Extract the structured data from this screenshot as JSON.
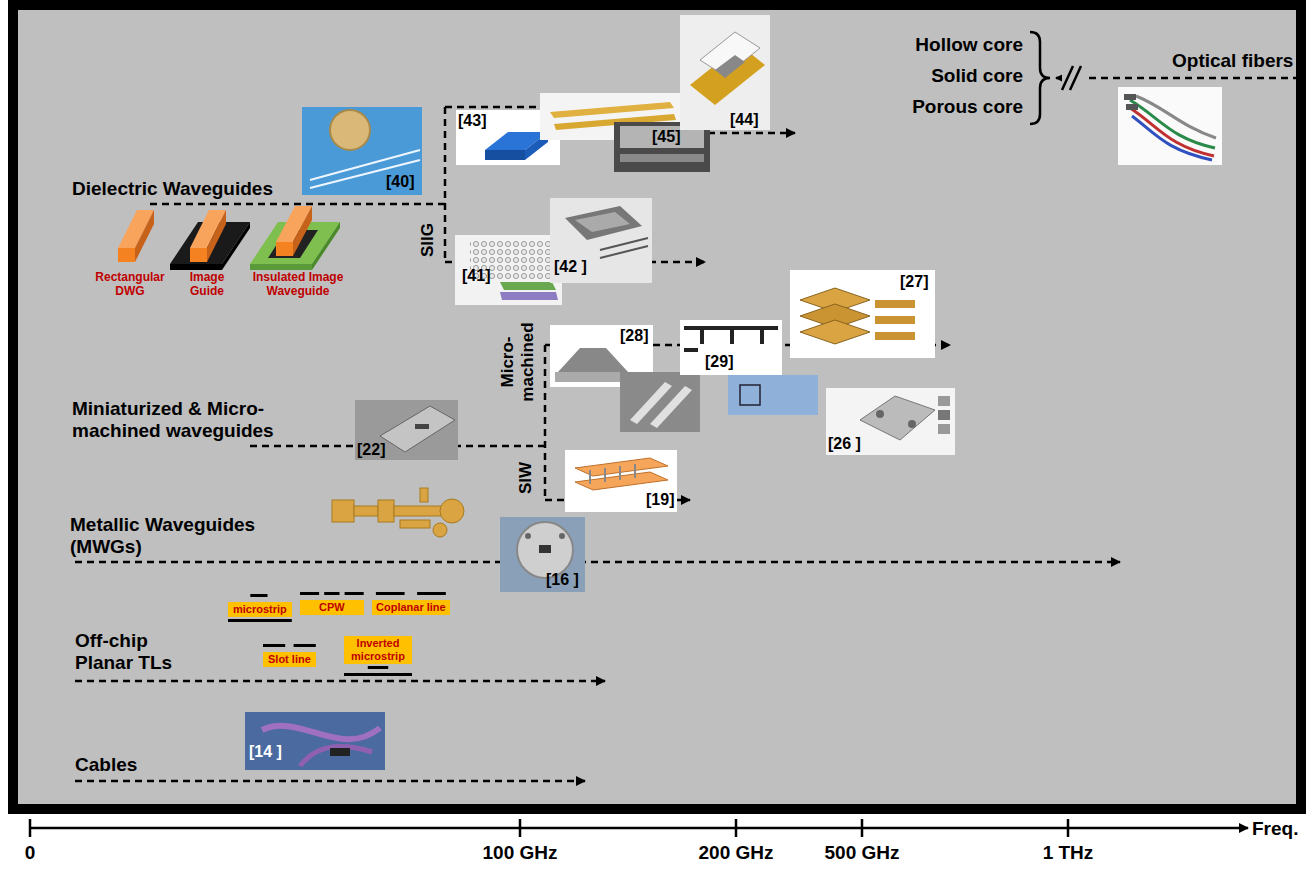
{
  "diagram": {
    "nodes": [
      {
        "text": [
          "microstrip"
        ]
      },
      {
        "text": [
          "CPW"
        ]
      },
      {
        "text": [
          "Coplanar line"
        ]
      },
      {
        "text": [
          "Slot line"
        ]
      },
      {
        "text": [
          "Inverted microstrip"
        ]
      }
    ],
    "labels": [
      "Hollow core",
      "Solid core",
      "Porous core",
      "Optical fibers",
      "Dielectric Waveguides",
      "[40]",
      "[43]",
      "[45]",
      "[44]",
      "SIIG",
      "Rectangular DWG",
      "Image Guide",
      "Insulated Image Waveguide",
      "[41]",
      "[42 ]",
      "Micro- machined",
      "[28]",
      "[29]",
      "[27]",
      "Miniaturized & Micro-machined waveguides",
      "[22]",
      "[26 ]",
      "SIW",
      "[19]",
      "Metallic Waveguides (MWGs)",
      "[16 ]",
      "Off-chip Planar TLs",
      "Cables",
      "[14 ]",
      "0",
      "100 GHz",
      "200 GHz",
      "500 GHz",
      "1 THz",
      "Freq."
    ]
  }
}
